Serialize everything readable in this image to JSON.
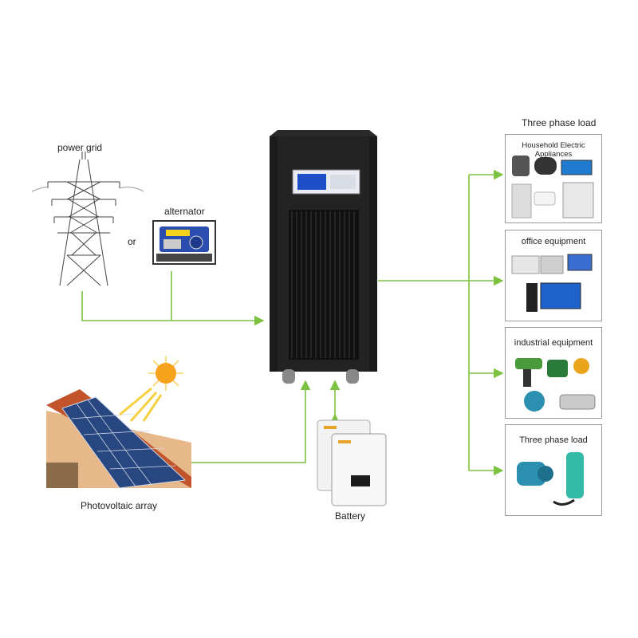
{
  "sources": {
    "grid_label": "power grid",
    "or_label": "or",
    "alternator_label": "alternator",
    "pv_label": "Photovoltaic array"
  },
  "storage": {
    "battery_label": "Battery"
  },
  "loads": {
    "header": "Three phase load",
    "boxes": [
      {
        "title": "Household Electric Appliances"
      },
      {
        "title": "office equipment"
      },
      {
        "title": "industrial equipment"
      },
      {
        "title": "Three phase load"
      }
    ]
  },
  "colors": {
    "flow_line": "#7dc242",
    "cabinet": "#1b1b1b",
    "sun": "#f7a21b",
    "box_border": "#9a9a9a"
  },
  "icons": [
    "transmission-tower-icon",
    "generator-icon",
    "solar-panel-icon",
    "sun-icon",
    "inverter-cabinet-icon",
    "battery-icon",
    "appliance-icons",
    "office-icons",
    "industrial-icons",
    "motor-pump-icons"
  ]
}
